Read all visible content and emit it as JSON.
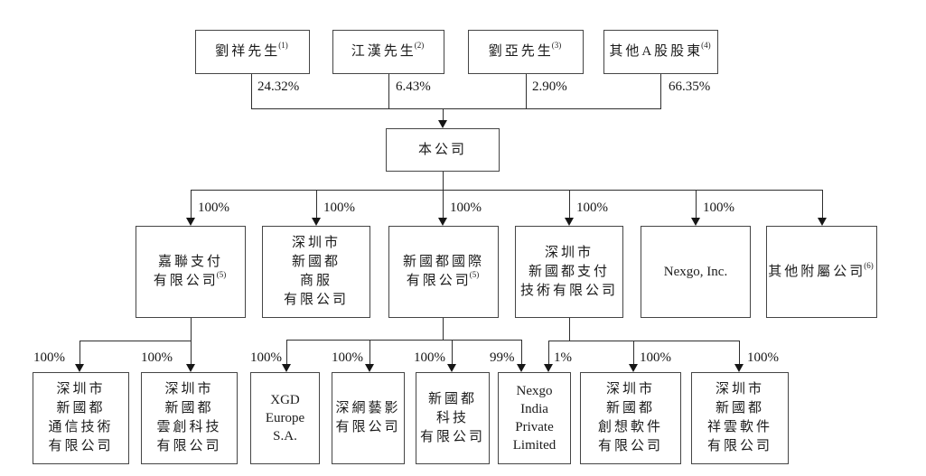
{
  "shareholders": [
    {
      "name": "劉祥先生",
      "footnote": "(1)",
      "ownership": "24.32%"
    },
    {
      "name": "江漢先生",
      "footnote": "(2)",
      "ownership": "6.43%"
    },
    {
      "name": "劉亞先生",
      "footnote": "(3)",
      "ownership": "2.90%"
    },
    {
      "name": "其他A股股東",
      "footnote": "(4)",
      "ownership": "66.35%"
    }
  ],
  "company": {
    "name": "本公司"
  },
  "subsidiaries": [
    {
      "name": "嘉聯支付\n有限公司",
      "footnote": "(5)",
      "ownership": "100%"
    },
    {
      "name": "深圳市\n新國都\n商服\n有限公司",
      "ownership": "100%"
    },
    {
      "name": "新國都國際\n有限公司",
      "footnote": "(5)",
      "ownership": "100%"
    },
    {
      "name": "深圳市\n新國都支付\n技術有限公司",
      "ownership": "100%"
    },
    {
      "name": "Nexgo, Inc.",
      "ownership": "100%"
    },
    {
      "name": "其他附屬公司",
      "footnote": "(6)"
    }
  ],
  "sub_subsidiaries": [
    {
      "name": "深圳市\n新國都\n通信技術\n有限公司",
      "ownership": "100%"
    },
    {
      "name": "深圳市\n新國都\n雲創科技\n有限公司",
      "ownership": "100%"
    },
    {
      "name": "XGD\nEurope\nS.A.",
      "ownership": "100%"
    },
    {
      "name": "深網藝影\n有限公司",
      "ownership": "100%"
    },
    {
      "name": "新國都\n科技\n有限公司",
      "ownership": "100%"
    },
    {
      "name": "Nexgo\nIndia\nPrivate\nLimited",
      "ownership_from_xgd_international": "99%",
      "ownership_from_payment_tech": "1%"
    },
    {
      "name": "深圳市\n新國都\n創想軟件\n有限公司",
      "ownership": "100%"
    },
    {
      "name": "深圳市\n新國都\n祥雲軟件\n有限公司",
      "ownership": "100%"
    }
  ]
}
